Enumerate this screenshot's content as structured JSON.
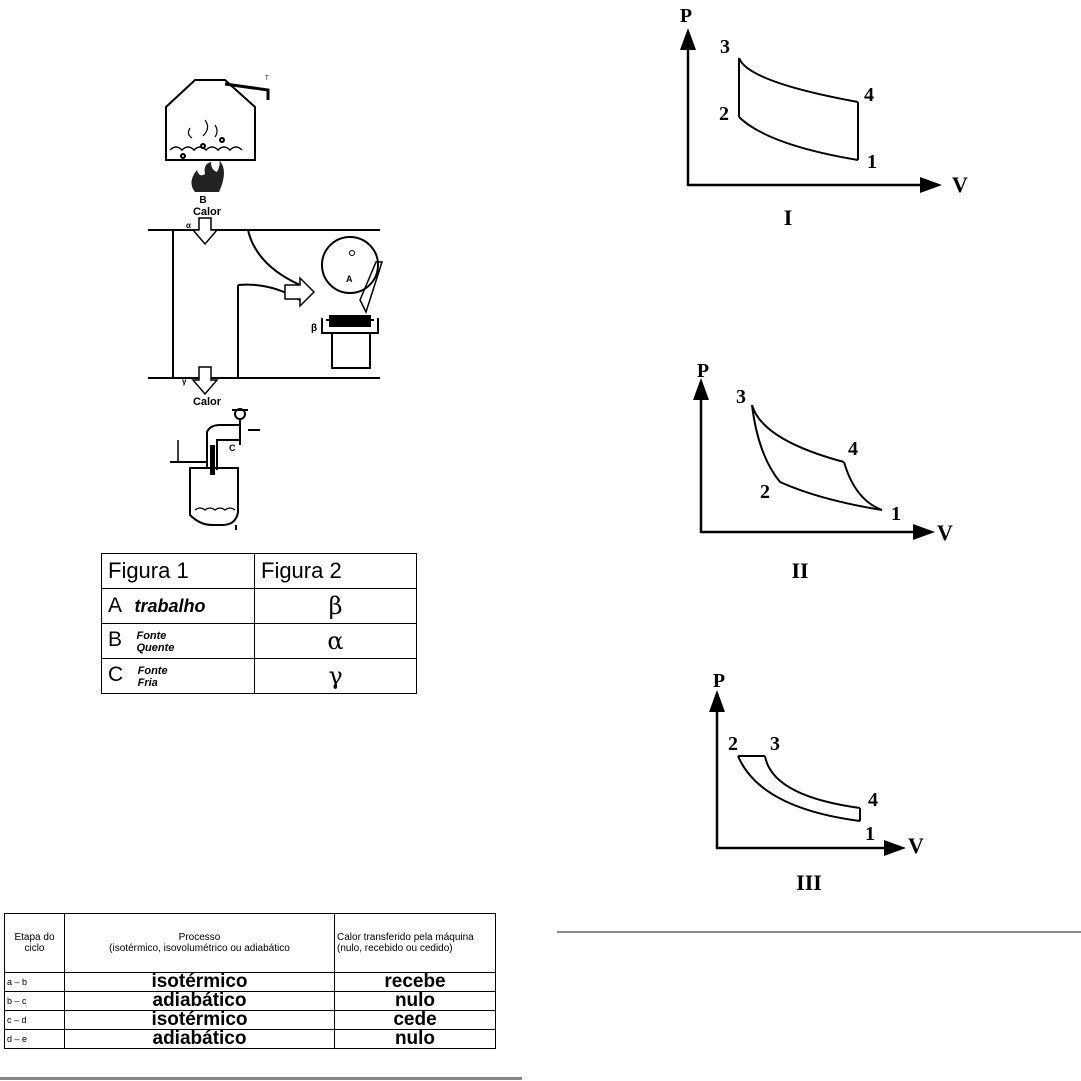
{
  "engine_figure": {
    "label_B": "B",
    "label_calor_top": "Calor",
    "label_alpha": "α",
    "label_A": "A",
    "label_beta": "β",
    "label_gamma": "γ",
    "label_calor_bottom": "Calor",
    "label_C": "C"
  },
  "figure_table": {
    "headers": [
      "Figura 1",
      "Figura 2"
    ],
    "rows": [
      {
        "letter": "A",
        "word": "trabalho",
        "greek": "β"
      },
      {
        "letter": "B",
        "word_line1": "Fonte",
        "word_line2": "Quente",
        "greek": "α"
      },
      {
        "letter": "C",
        "word_line1": "Fonte",
        "word_line2": "Fria",
        "greek": "γ"
      }
    ]
  },
  "cycle_table": {
    "headers": {
      "stage": "Etapa do ciclo",
      "process_title": "Processo",
      "process_sub": "(isotérmico, isovolumétrico ou adiabático",
      "heat": "Calor transferido pela máquina (nulo, recebido ou cedido)"
    },
    "rows": [
      {
        "stage": "a – b",
        "process": "isotérmico",
        "heat": "recebe"
      },
      {
        "stage": "b – c",
        "process": "adiabático",
        "heat": "nulo"
      },
      {
        "stage": "c – d",
        "process": "isotérmico",
        "heat": "cede"
      },
      {
        "stage": "d – e",
        "process": "adiabático",
        "heat": "nulo"
      }
    ]
  },
  "pv_diagrams": [
    {
      "id": "I",
      "axis_p": "P",
      "axis_v": "V",
      "points": [
        "1",
        "2",
        "3",
        "4"
      ]
    },
    {
      "id": "II",
      "axis_p": "P",
      "axis_v": "V",
      "points": [
        "1",
        "2",
        "3",
        "4"
      ]
    },
    {
      "id": "III",
      "axis_p": "P",
      "axis_v": "V",
      "points": [
        "1",
        "2",
        "3",
        "4"
      ]
    }
  ]
}
